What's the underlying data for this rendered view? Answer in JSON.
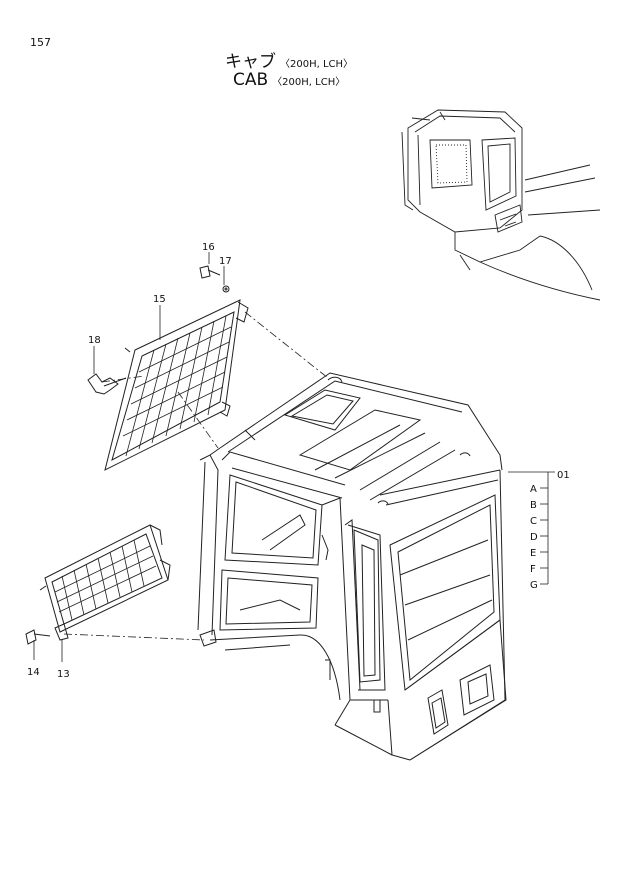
{
  "page_number": "157",
  "title_jp": "キャブ",
  "title_jp_sub": "〈200H, LCH〉",
  "title_en": "CAB",
  "title_en_sub": "〈200H, LCH〉",
  "callouts": {
    "p16": "16",
    "p17": "17",
    "p15": "15",
    "p18": "18",
    "p14": "14",
    "p13": "13",
    "p01": "01"
  },
  "variants": [
    "A",
    "B",
    "C",
    "D",
    "E",
    "F",
    "G"
  ]
}
